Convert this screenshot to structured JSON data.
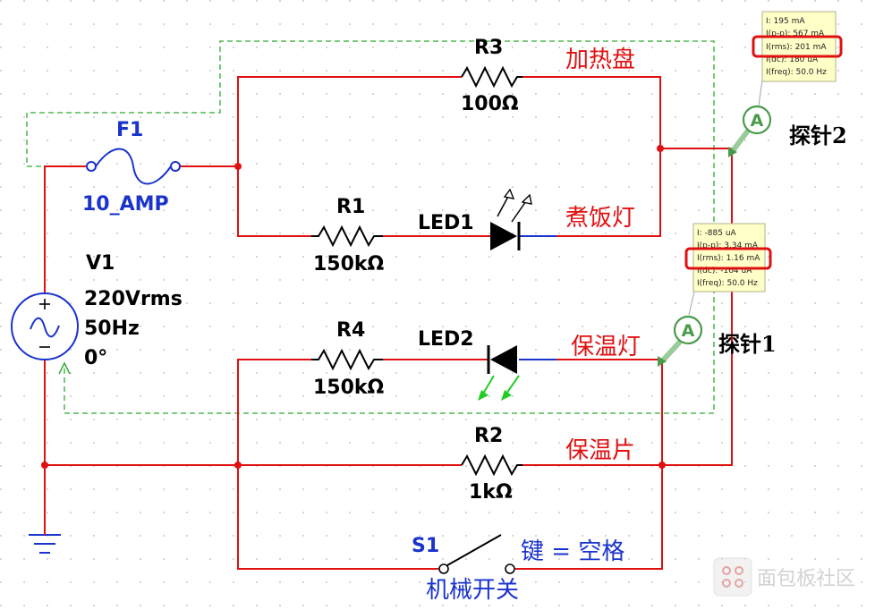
{
  "components": {
    "f1": {
      "name": "F1",
      "value": "10_AMP"
    },
    "v1": {
      "name": "V1",
      "line1": "220Vrms",
      "line2": "50Hz",
      "line3": "0°"
    },
    "r3": {
      "name": "R3",
      "value": "100Ω",
      "label": "加热盘"
    },
    "r1": {
      "name": "R1",
      "value": "150kΩ"
    },
    "led1": {
      "name": "LED1",
      "label": "煮饭灯"
    },
    "r4": {
      "name": "R4",
      "value": "150kΩ"
    },
    "led2": {
      "name": "LED2",
      "label": "保温灯"
    },
    "r2": {
      "name": "R2",
      "value": "1kΩ",
      "label": "保温片"
    },
    "s1": {
      "name": "S1",
      "key": "键 = 空格",
      "label": "机械开关"
    }
  },
  "probe1": {
    "label": "探针1",
    "symbol": "A",
    "readings": [
      "I: -885 uA",
      "I(p-p): 3.34 mA",
      "I(rms): 1.16 mA",
      "I(dc): -164 uA",
      "I(freq): 50.0 Hz"
    ]
  },
  "probe2": {
    "label": "探针2",
    "symbol": "A",
    "readings": [
      "I: 195 mA",
      "I(p-p): 567 mA",
      "I(rms): 201 mA",
      "I(dc): 180 uA",
      "I(freq): 50.0 Hz"
    ]
  },
  "watermark": {
    "text": "面包板社区"
  },
  "colors": {
    "wire": "#e01010",
    "wire_blue": "#1a33cc",
    "ground_net": "#2faa2f",
    "probe": "#4a9a4a",
    "highlight": "#e01010",
    "probe_box": "#ffffc8"
  }
}
